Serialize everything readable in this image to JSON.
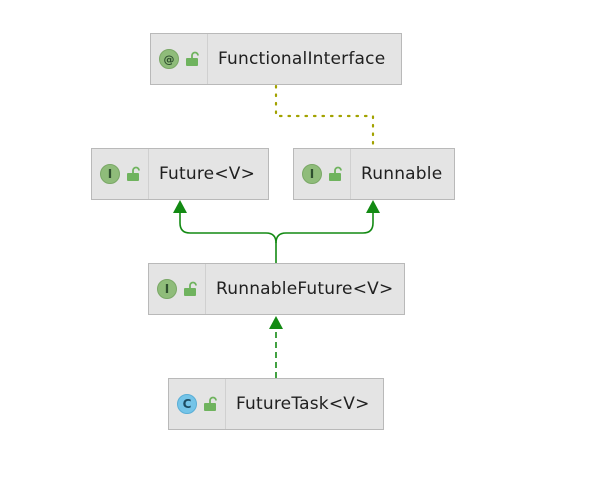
{
  "diagram": {
    "nodes": {
      "functional_interface": {
        "badge": "@",
        "name": "FunctionalInterface"
      },
      "future": {
        "badge": "I",
        "name": "Future<V>"
      },
      "runnable": {
        "badge": "I",
        "name": "Runnable"
      },
      "runnable_future": {
        "badge": "I",
        "name": "RunnableFuture<V>"
      },
      "future_task": {
        "badge": "C",
        "name": "FutureTask<V>"
      }
    }
  },
  "colors": {
    "inheritance_edge": "#138a13",
    "annotation_edge": "#a2a200",
    "node_fill": "#e4e4e4",
    "interface_badge": "#8fbc7a",
    "class_badge": "#74c4e8"
  }
}
